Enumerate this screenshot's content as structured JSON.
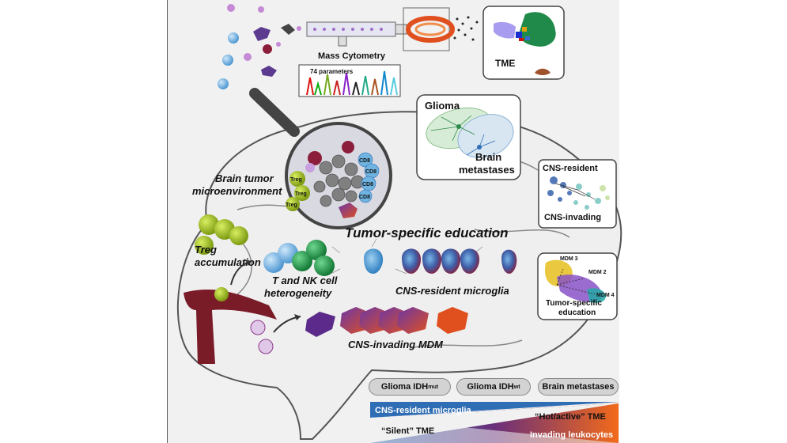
{
  "labels": {
    "mass_cytometry": "Mass Cytometry",
    "parameters": "74 parameters",
    "tme": "TME",
    "glioma": "Glioma",
    "brain_metastases_line1": "Brain",
    "brain_metastases_line2": "metastases",
    "cns_resident": "CNS-resident",
    "cns_invading": "CNS-invading",
    "mdm3": "MDM 3",
    "mdm2": "MDM 2",
    "mdm4": "MDM 4",
    "tumor_specific_education_line1": "Tumor-specific",
    "tumor_specific_education_line2": "education",
    "brain_tumor_line1": "Brain tumor",
    "brain_tumor_line2": "microenvironment",
    "tumor_specific_education_title": "Tumor-specific education",
    "treg_line1": "Treg",
    "treg_line2": "accumulation",
    "tnk_line1": "T and NK cell",
    "tnk_line2": "heterogeneity",
    "cns_resident_microglia": "CNS-resident microglia",
    "cns_invading_mdm": "CNS-invading MDM",
    "cd8": "CD8",
    "treg": "Treg"
  },
  "categories": {
    "glioma_mut_base": "Glioma IDH",
    "glioma_mut_sup": "mut",
    "glioma_wt_base": "Glioma IDH",
    "glioma_wt_sup": "wt",
    "brain_metastases": "Brain metastases"
  },
  "gradient": {
    "top_label": "CNS-resident microglia",
    "bottom_label": "Invading leukocytes",
    "silent": "“Silent” TME",
    "hot": "“Hot/active” TME"
  },
  "colors": {
    "panel_bg": "#f1f1f1",
    "microglia": "#3f8fc8",
    "mdm": "#5b2a8a",
    "treg": "#9cbd1e",
    "tcell": "#6fb3e0",
    "nkcell": "#1f9a4a",
    "vessel": "#7a1c28",
    "gradient_blue": "#2f6db5",
    "gradient_orange": "#f26a1b"
  },
  "icons": [
    "magnifier-icon",
    "brain-outline-icon",
    "flow-cytometer-icon",
    "cell-icon"
  ]
}
